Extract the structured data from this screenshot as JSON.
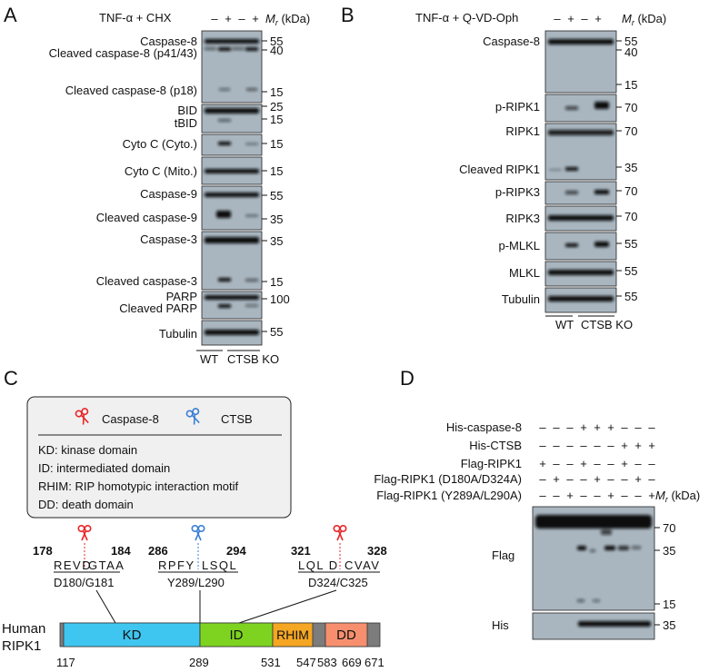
{
  "panels": {
    "A": {
      "letter": "A",
      "treatment": "TNF-α + CHX",
      "signs": [
        "–",
        "+",
        "–",
        "+"
      ],
      "mr_prefix": "M",
      "mr_sub": "r",
      "mr_unit": " (kDa)",
      "genotype_wt": "WT",
      "genotype_ko": "CTSB KO",
      "rows": [
        {
          "labels": [
            "Caspase-8",
            "Cleaved caspase-8 (p41/43)",
            "Cleaved caspase-8 (p18)"
          ],
          "markers": [
            "55",
            "40",
            "15"
          ]
        },
        {
          "labels": [
            "BID",
            "tBID"
          ],
          "markers": [
            "25",
            "15"
          ]
        },
        {
          "labels": [
            "Cyto C (Cyto.)"
          ],
          "markers": [
            "15"
          ]
        },
        {
          "labels": [
            "Cyto C (Mito.)"
          ],
          "markers": [
            "15"
          ]
        },
        {
          "labels": [
            "Caspase-9",
            "Cleaved caspase-9"
          ],
          "markers": [
            "55",
            "35"
          ]
        },
        {
          "labels": [
            "Caspase-3",
            "Cleaved caspase-3"
          ],
          "markers": [
            "35",
            "15"
          ]
        },
        {
          "labels": [
            "PARP",
            "Cleaved PARP"
          ],
          "markers": [
            "100"
          ]
        },
        {
          "labels": [
            "Tubulin"
          ],
          "markers": [
            "55"
          ]
        }
      ]
    },
    "B": {
      "letter": "B",
      "treatment": "TNF-α + Q-VD-Oph",
      "signs": [
        "–",
        "+",
        "–",
        "+"
      ],
      "genotype_wt": "WT",
      "genotype_ko": "CTSB KO",
      "rows": [
        {
          "labels": [
            "Caspase-8"
          ],
          "markers": [
            "55",
            "40",
            "15"
          ]
        },
        {
          "labels": [
            "p-RIPK1"
          ],
          "markers": [
            "70"
          ]
        },
        {
          "labels": [
            "RIPK1",
            "Cleaved RIPK1"
          ],
          "markers": [
            "70",
            "35"
          ]
        },
        {
          "labels": [
            "p-RIPK3"
          ],
          "markers": [
            "70"
          ]
        },
        {
          "labels": [
            "RIPK3"
          ],
          "markers": [
            "70"
          ]
        },
        {
          "labels": [
            "p-MLKL"
          ],
          "markers": [
            "55"
          ]
        },
        {
          "labels": [
            "MLKL"
          ],
          "markers": [
            "55"
          ]
        },
        {
          "labels": [
            "Tubulin"
          ],
          "markers": [
            "55"
          ]
        }
      ]
    },
    "C": {
      "letter": "C",
      "legend": {
        "caspase8": "Caspase-8",
        "ctsb": "CTSB",
        "defs": [
          "KD: kinase domain",
          "ID: intermediated domain",
          "RHIM: RIP homotypic interaction motif",
          "DD: death domain"
        ]
      },
      "sites": [
        {
          "start": "178",
          "end": "184",
          "seq_left": "REVD",
          "seq_right": "GTAA",
          "site": "D180/G181",
          "enzyme": "caspase-8"
        },
        {
          "start": "286",
          "end": "294",
          "seq_left": "RPFY",
          "seq_right": "LSQL",
          "site": "Y289/L290",
          "enzyme": "CTSB"
        },
        {
          "start": "321",
          "end": "328",
          "seq_left": "LQL D",
          "seq_right": "CVAV",
          "site": "D324/C325",
          "enzyme": "caspase-8"
        }
      ],
      "protein_label": [
        "Human",
        "RIPK1"
      ],
      "domains": [
        {
          "name": "KD",
          "color": "#3FC6F0"
        },
        {
          "name": "ID",
          "color": "#7ED321"
        },
        {
          "name": "RHIM",
          "color": "#F5A623"
        },
        {
          "name": "DD",
          "color": "#F78F6E"
        }
      ],
      "positions": [
        "117",
        "289",
        "531",
        "547",
        "583",
        "669",
        "671"
      ]
    },
    "D": {
      "letter": "D",
      "conditions": [
        {
          "label": "His-caspase-8",
          "signs": [
            "–",
            "–",
            "–",
            "+",
            "+",
            "+",
            "–",
            "–",
            "–"
          ]
        },
        {
          "label": "His-CTSB",
          "signs": [
            "–",
            "–",
            "–",
            "–",
            "–",
            "–",
            "+",
            "+",
            "+"
          ]
        },
        {
          "label": "Flag-RIPK1",
          "signs": [
            "+",
            "–",
            "–",
            "+",
            "–",
            "–",
            "+",
            "–",
            "–"
          ]
        },
        {
          "label": "Flag-RIPK1 (D180A/D324A)",
          "signs": [
            "–",
            "+",
            "–",
            "–",
            "+",
            "–",
            "–",
            "+",
            "–"
          ]
        },
        {
          "label": "Flag-RIPK1 (Y289A/L290A)",
          "signs": [
            "–",
            "–",
            "+",
            "–",
            "–",
            "+",
            "–",
            "–",
            "+"
          ]
        }
      ],
      "blots": [
        {
          "label": "Flag",
          "markers": [
            "70",
            "35",
            "15"
          ]
        },
        {
          "label": "His",
          "markers": [
            "35"
          ]
        }
      ]
    }
  },
  "colors": {
    "caspase8": "#E8262A",
    "ctsb": "#3A7FD5",
    "blot_bg": "#A9B6C0"
  }
}
